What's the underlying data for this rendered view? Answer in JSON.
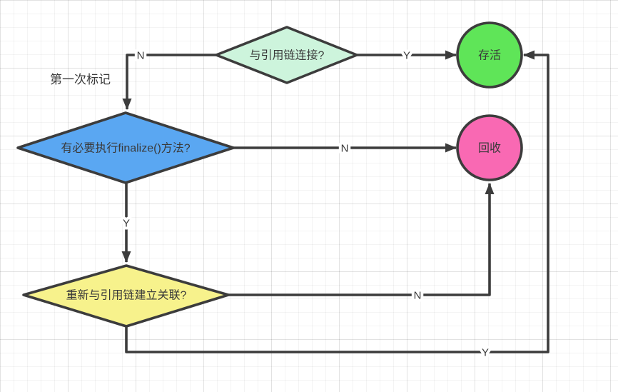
{
  "annotation": {
    "text": "第一次标记"
  },
  "nodes": {
    "check_ref_chain": {
      "shape": "diamond",
      "label": "与引用链连接?",
      "fill": "#cdf4dc"
    },
    "alive": {
      "shape": "circle",
      "label": "存活",
      "fill": "#5fe558"
    },
    "need_finalize": {
      "shape": "diamond",
      "label": "有必要执行finalize()方法?",
      "fill": "#5aa7f2"
    },
    "collect": {
      "shape": "circle",
      "label": "回收",
      "fill": "#f969b3"
    },
    "rejoin_ref_chain": {
      "shape": "diamond",
      "label": "重新与引用链建立关联?",
      "fill": "#f7f28c"
    }
  },
  "edges": {
    "check_to_alive": {
      "from": "check_ref_chain",
      "to": "alive",
      "label": "Y"
    },
    "check_to_need_finalize": {
      "from": "check_ref_chain",
      "to": "need_finalize",
      "label": "N"
    },
    "need_finalize_to_collect": {
      "from": "need_finalize",
      "to": "collect",
      "label": "N"
    },
    "need_finalize_to_rejoin": {
      "from": "need_finalize",
      "to": "rejoin_ref_chain",
      "label": "Y"
    },
    "rejoin_to_collect": {
      "from": "rejoin_ref_chain",
      "to": "collect",
      "label": "N"
    },
    "rejoin_to_alive": {
      "from": "rejoin_ref_chain",
      "to": "alive",
      "label": "Y"
    }
  },
  "style": {
    "stroke_color": "#3c3c3c",
    "text_color": "#3a3a3a",
    "background": "#ffffff",
    "grid_minor_color": "#ededed",
    "grid_major_color": "#e2e2e2"
  }
}
